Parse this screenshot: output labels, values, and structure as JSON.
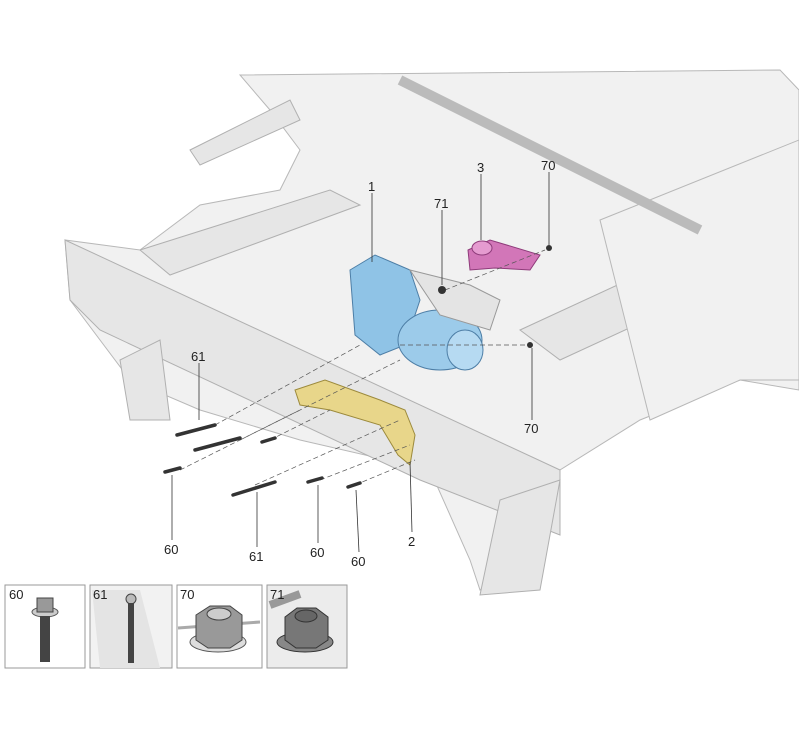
{
  "callouts": {
    "part_1": "1",
    "part_2": "2",
    "part_3": "3",
    "part_70_top": "70",
    "part_70_right": "70",
    "part_71": "71",
    "part_61_left": "61",
    "part_61_bottom": "61",
    "part_60_left": "60",
    "part_60_mid": "60",
    "part_60_right": "60"
  },
  "insets": [
    {
      "label": "60",
      "icon": "flange-bolt"
    },
    {
      "label": "61",
      "icon": "long-bolt"
    },
    {
      "label": "70",
      "icon": "flange-nut"
    },
    {
      "label": "71",
      "icon": "flange-nut-installed"
    }
  ],
  "colors": {
    "compressor": "#8fc3e6",
    "bracket_2": "#e8d68a",
    "mount_3": "#d276b8",
    "frame": "#f1f1f1"
  }
}
